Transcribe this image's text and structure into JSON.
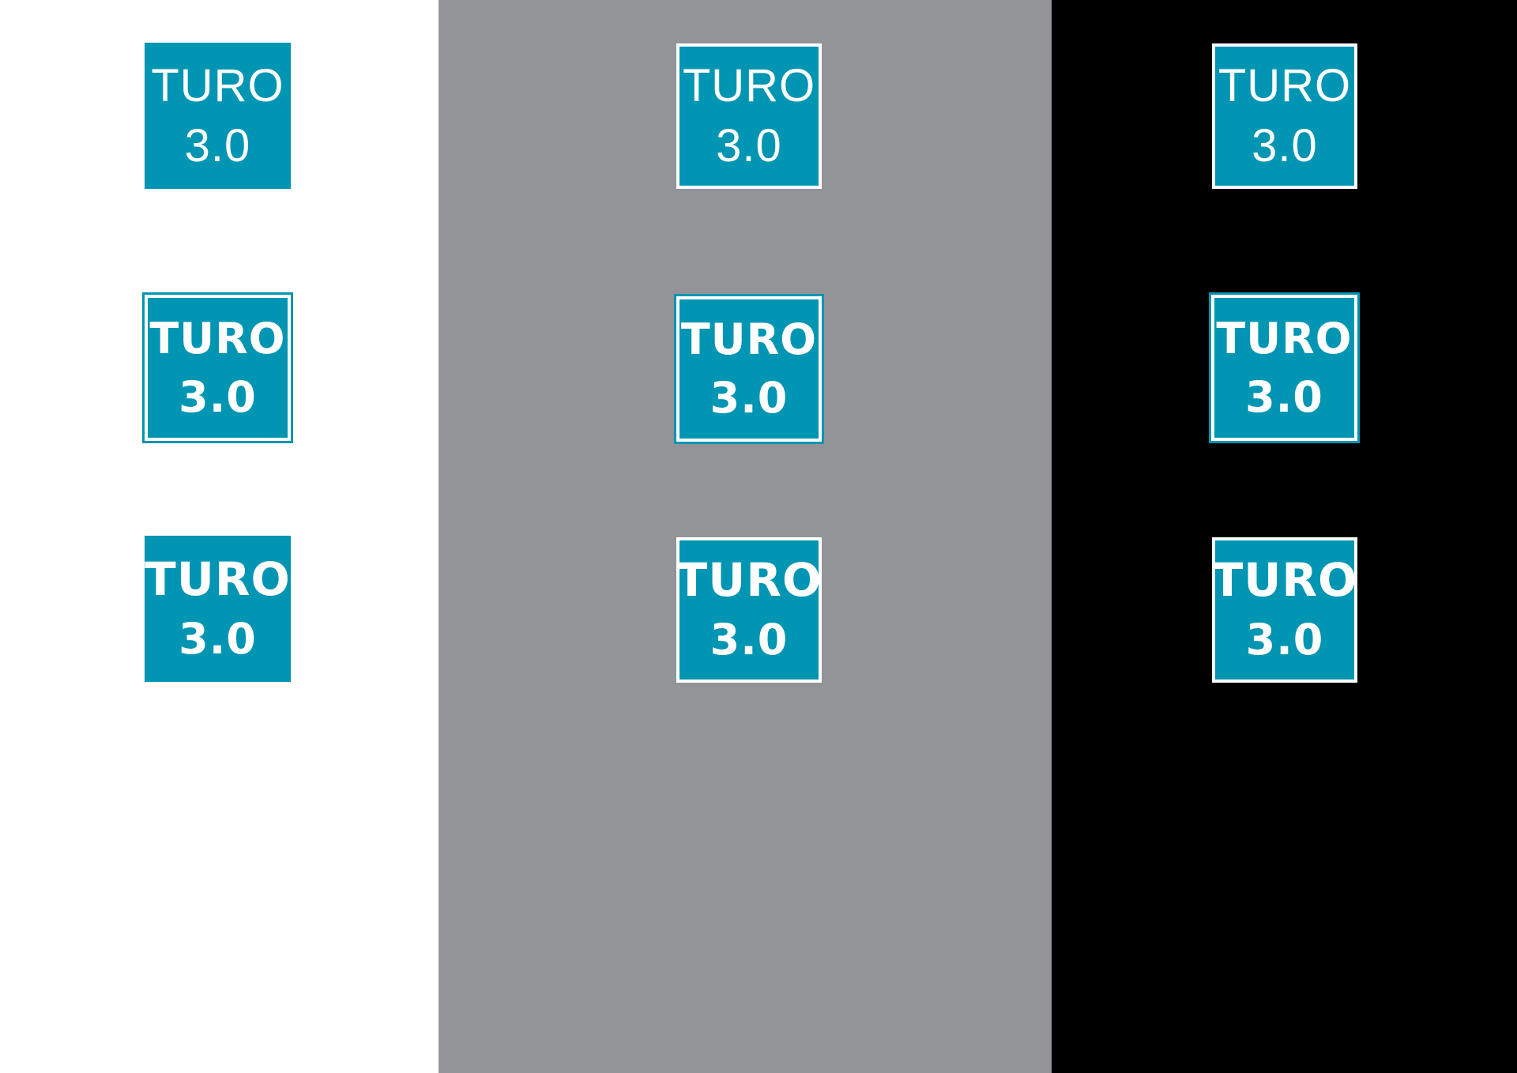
{
  "colors": {
    "teal": "#0095b2",
    "white_bg": "#ffffff",
    "gray_bg": "#939498",
    "black_bg": "#000000",
    "white_frame": "#ffffff",
    "teal_frame": "#0095b2"
  },
  "panels": [
    {
      "name": "white-background",
      "logos": [
        {
          "line1": "TURO",
          "line2": "3.0"
        },
        {
          "line1": "TURO",
          "line2": "3.0"
        },
        {
          "line1": "TURO",
          "line2": "3.0"
        }
      ]
    },
    {
      "name": "gray-background",
      "logos": [
        {
          "line1": "TURO",
          "line2": "3.0"
        },
        {
          "line1": "TURO",
          "line2": "3.0"
        },
        {
          "line1": "TURO",
          "line2": "3.0"
        }
      ]
    },
    {
      "name": "black-background",
      "logos": [
        {
          "line1": "TURO",
          "line2": "3.0"
        },
        {
          "line1": "TURO",
          "line2": "3.0"
        },
        {
          "line1": "TURO",
          "line2": "3.0"
        }
      ]
    }
  ]
}
